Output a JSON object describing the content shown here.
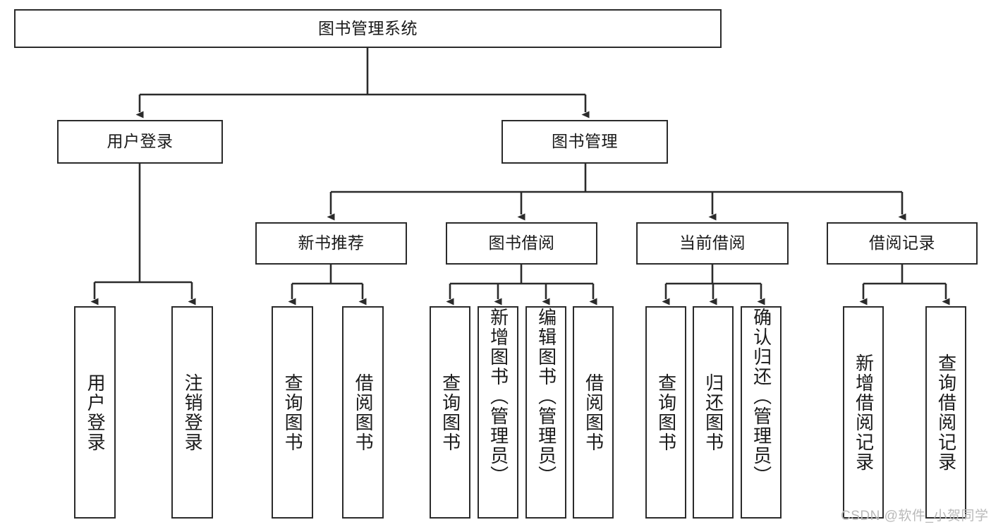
{
  "diagram": {
    "title_node": {
      "label": "图书管理系统"
    },
    "level2": [
      {
        "label": "用户登录"
      },
      {
        "label": "图书管理"
      }
    ],
    "level3": [
      {
        "label": "新书推荐"
      },
      {
        "label": "图书借阅"
      },
      {
        "label": "当前借阅"
      },
      {
        "label": "借阅记录"
      }
    ],
    "leaves": {
      "user_login": [
        {
          "label": "用户登录"
        },
        {
          "label": "注销登录"
        }
      ],
      "new_book_recommend": [
        {
          "label": "查询图书"
        },
        {
          "label": "借阅图书"
        }
      ],
      "book_borrow": [
        {
          "label": "查询图书"
        },
        {
          "label": "新增图书（管理员）"
        },
        {
          "label": "编辑图书（管理员）"
        },
        {
          "label": "借阅图书"
        }
      ],
      "current_borrow": [
        {
          "label": "查询图书"
        },
        {
          "label": "归还图书"
        },
        {
          "label": "确认归还（管理员）"
        }
      ],
      "borrow_record": [
        {
          "label": "新增借阅记录"
        },
        {
          "label": "查询借阅记录"
        }
      ]
    }
  },
  "watermark": {
    "text": "CSDN @软件_小贺同学"
  },
  "colors": {
    "border": "#2b2b2b",
    "text": "#1a1a1a",
    "background": "#ffffff",
    "watermark": "#b9b9b9"
  }
}
